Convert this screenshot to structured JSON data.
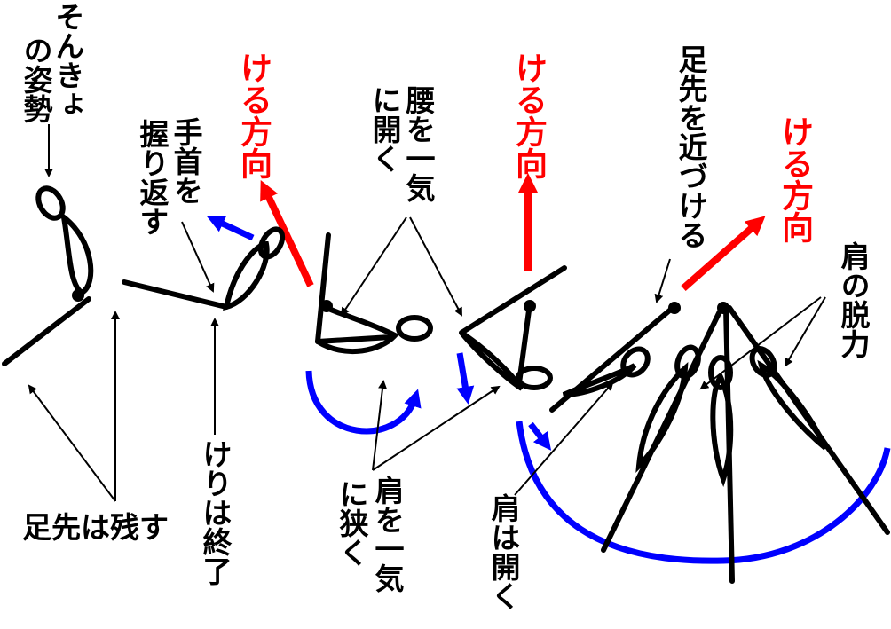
{
  "colors": {
    "motion": "#ff0000",
    "rotation": "#0000ff",
    "figure": "#000000"
  },
  "labels": {
    "sonkyo_1": "そんきょ",
    "sonkyo_2": "の姿勢",
    "wrist_1": "手首を",
    "wrist_2": "握り返す",
    "kick_dir_1": "ける方向",
    "hip_1": "腰を一気",
    "hip_2": "に開く",
    "kick_dir_2": "ける方向",
    "toes_closer": "足先を近づける",
    "kick_dir_3": "ける方向",
    "shoulder_relax": "肩の脱力",
    "toes_remain": "足先は残す",
    "kick_end": "けりは終了",
    "shoulder_narrow_1": "肩を一気",
    "shoulder_narrow_2": "に狭く",
    "shoulder_open": "肩は開く"
  }
}
